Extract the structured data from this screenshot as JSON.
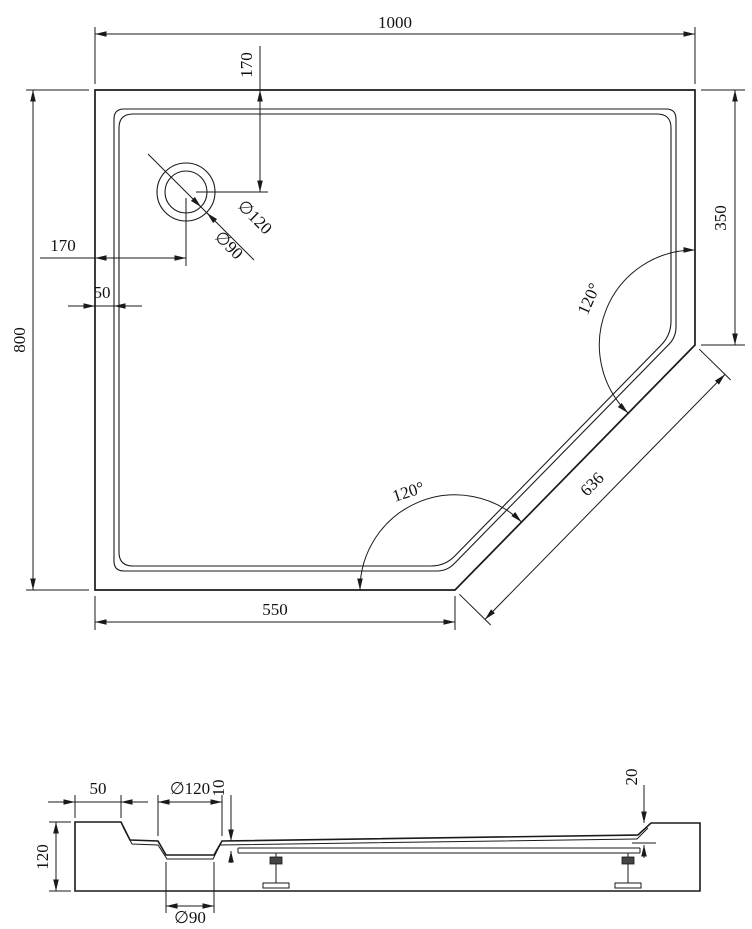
{
  "top_view": {
    "width": "1000",
    "height": "800",
    "right_side": "350",
    "bottom_edge": "550",
    "diagonal_edge": "636",
    "drain_offset_top": "170",
    "drain_offset_left": "170",
    "wall_thickness": "50",
    "corner_angle_right": "120°",
    "corner_angle_bottom": "120°",
    "drain_outer_diameter": "∅120",
    "drain_inner_diameter": "∅90"
  },
  "section_view": {
    "rim_width": "50",
    "drain_recess_diameter": "∅120",
    "floor_thickness": "10",
    "edge_height": "20",
    "total_height": "120",
    "drain_hole_diameter": "∅90"
  },
  "colors": {
    "line": "#1a1a1a",
    "background": "#ffffff"
  }
}
